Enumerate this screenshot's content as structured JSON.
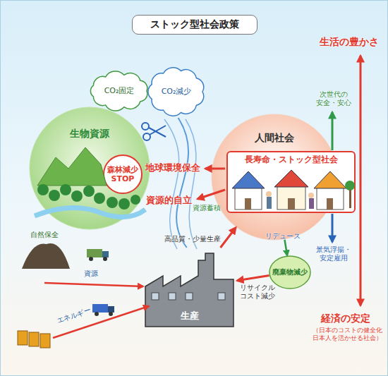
{
  "diagram": {
    "title": "ストック型社会政策",
    "nodes": [
      {
        "text": [
          "CO₂固定"
        ]
      },
      {
        "text": [
          "CO₂減少"
        ]
      },
      {
        "text": [
          "生物資源"
        ]
      },
      {
        "text": [
          "人間社会"
        ]
      },
      {
        "text": [
          "長寿命・ストック型社会"
        ],
        "in": 3
      },
      {
        "text": [
          "森林減少 STOP"
        ]
      },
      {
        "text": [
          "廃棄物減少"
        ]
      },
      {
        "text": [
          "生産"
        ]
      }
    ],
    "edges": [
      {
        "from": 7,
        "to": 3,
        "arrow": "to",
        "label": "高品質・少量生産"
      },
      {
        "from": 3,
        "to": 6,
        "arrow": "to",
        "label": "リデュース"
      },
      {
        "from": 6,
        "to": 7,
        "arrow": "to",
        "label": "リサイクル コスト減少"
      },
      {
        "from": 7,
        "to": 1,
        "arrow": "none"
      }
    ],
    "labels": [
      "地球環境保全",
      "資源的自立",
      "資源蓄積",
      "自然保全",
      "資源",
      "エネルギー",
      "生活の豊かさ",
      "次世代の 安全・安心",
      "景気浮揚・ 安定雇用",
      "経済の安定",
      "（日本のコストの健全化 日本人を活かせる社会）"
    ]
  }
}
